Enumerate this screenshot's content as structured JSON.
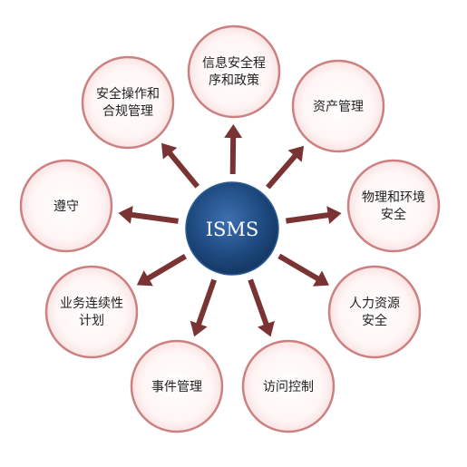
{
  "center": {
    "label": "ISMS"
  },
  "nodes": [
    {
      "id": "policy",
      "lines": [
        "信息安全程",
        "序和政策"
      ]
    },
    {
      "id": "asset",
      "lines": [
        "资产管理"
      ]
    },
    {
      "id": "physical",
      "lines": [
        "物理和环境",
        "安全"
      ]
    },
    {
      "id": "hr",
      "lines": [
        "人力资源",
        "安全"
      ]
    },
    {
      "id": "access",
      "lines": [
        "访问控制"
      ]
    },
    {
      "id": "incident",
      "lines": [
        "事件管理"
      ]
    },
    {
      "id": "continuity",
      "lines": [
        "业务连续性",
        "计划"
      ]
    },
    {
      "id": "compliance",
      "lines": [
        "遵守"
      ]
    },
    {
      "id": "operations",
      "lines": [
        "安全操作和",
        "合规管理"
      ]
    }
  ],
  "colors": {
    "center_fill": "#1e4a80",
    "node_stroke": "#cc8080",
    "arrow": "#7a3333"
  }
}
